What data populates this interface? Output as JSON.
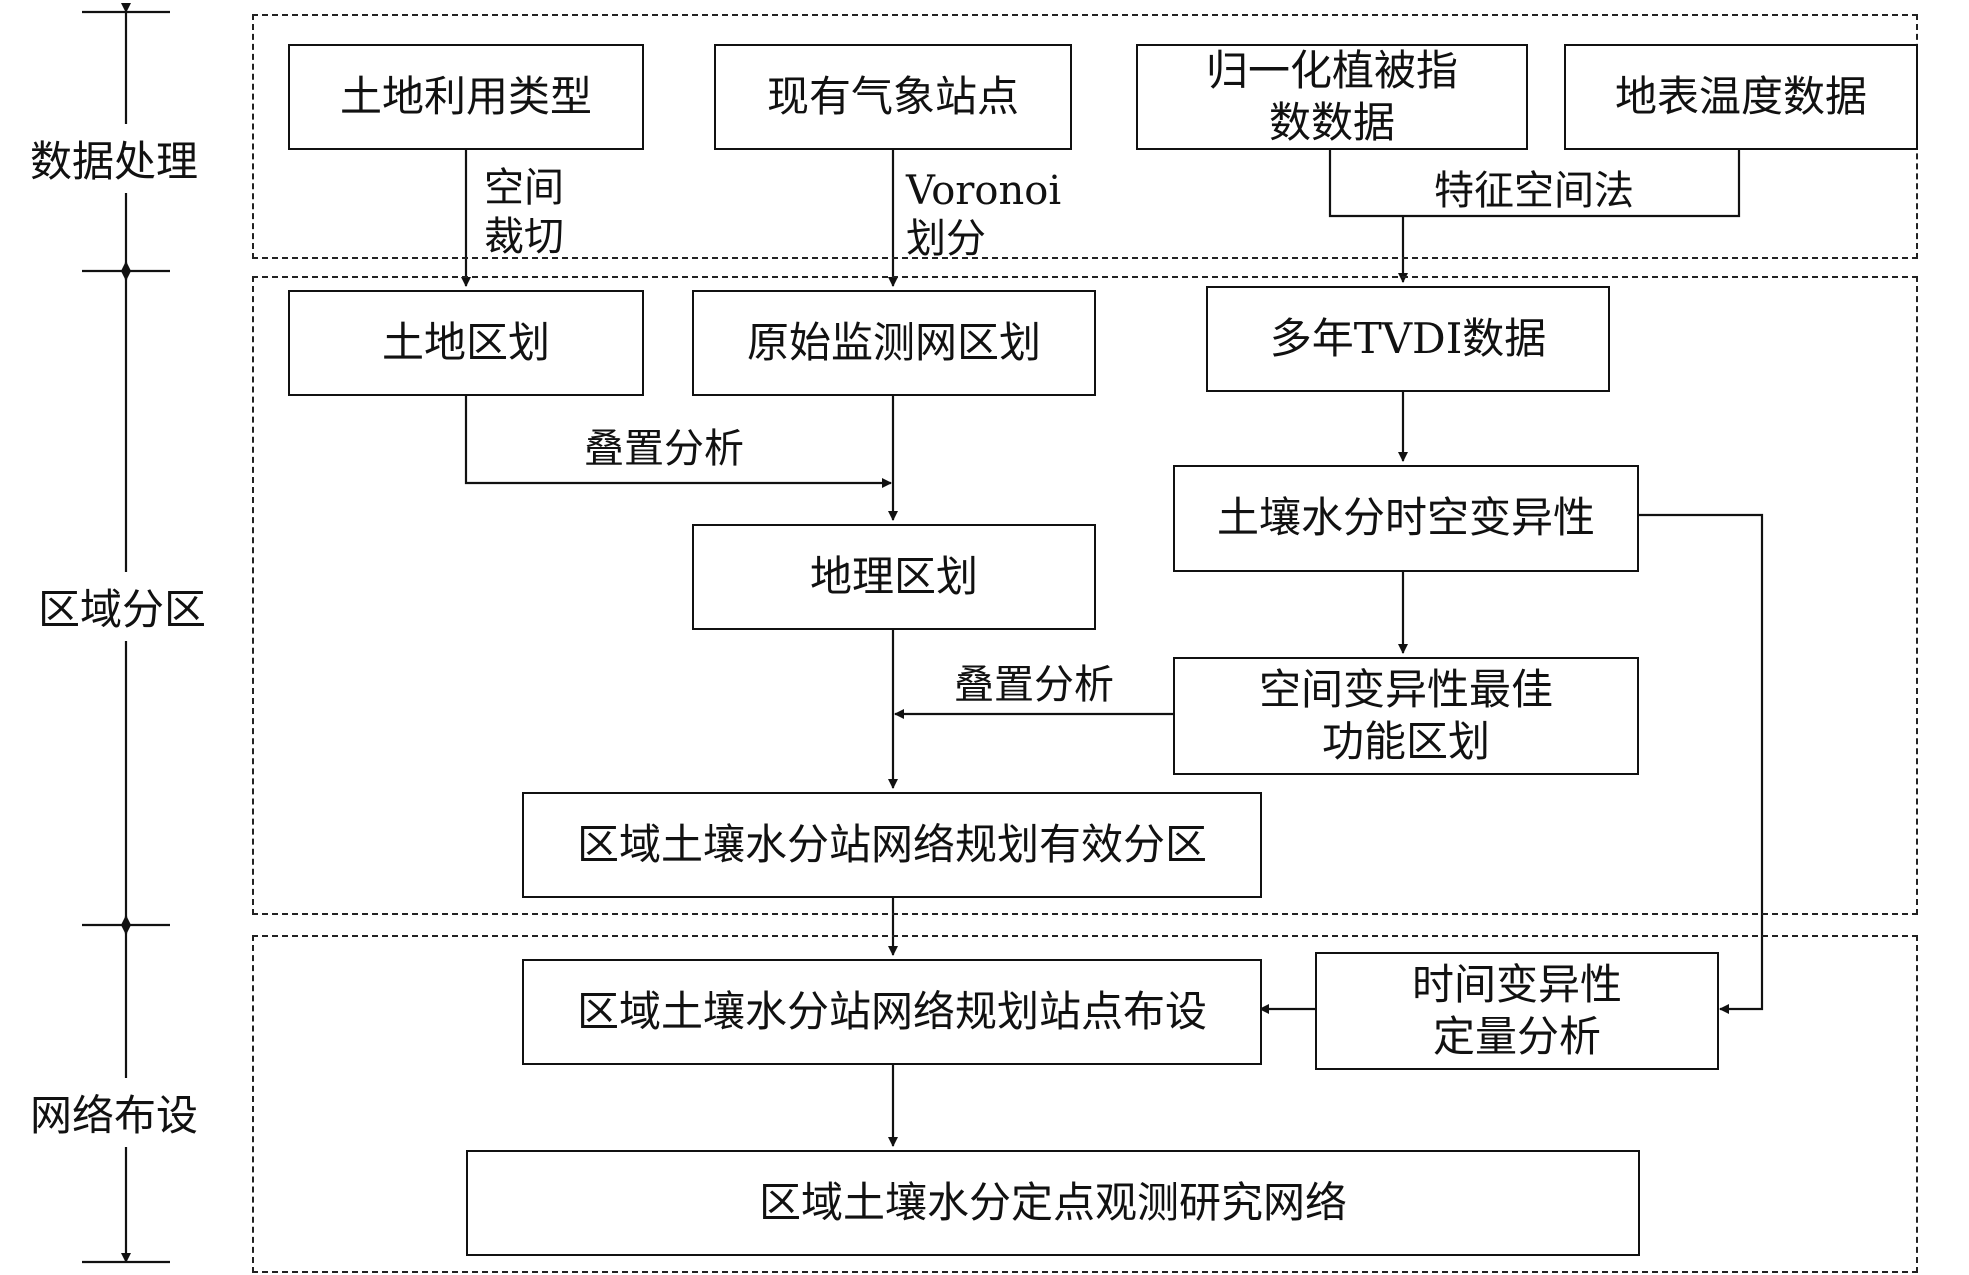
{
  "stages": {
    "data_processing": "数据处理",
    "regional_zoning": "区域分区",
    "network_layout": "网络布设"
  },
  "boxes": {
    "land_use_type": "土地利用类型",
    "existing_weather_stations": "现有气象站点",
    "ndvi_data": "归一化植被指数数据",
    "surface_temperature_data": "地表温度数据",
    "land_zoning": "土地区划",
    "original_monitoring_zoning": "原始监测网区划",
    "multi_year_tvdi": "多年TVDI数据",
    "soil_moisture_spatiotemporal": "土壤水分时空变异性",
    "geographic_zoning": "地理区划",
    "spatial_variability_zoning": "空间变异性最佳功能区划",
    "effective_partition": "区域土壤水分站网络规划有效分区",
    "site_layout": "区域土壤水分站网络规划站点布设",
    "temporal_variability_analysis": "时间变异性定量分析",
    "observation_network": "区域土壤水分定点观测研究网络"
  },
  "edge_labels": {
    "spatial_clipping": "空间裁切",
    "voronoi_line1": "Voronoi",
    "voronoi_line2": "划分",
    "feature_space_method": "特征空间法",
    "overlay_analysis_1": "叠置分析",
    "overlay_analysis_2": "叠置分析"
  }
}
